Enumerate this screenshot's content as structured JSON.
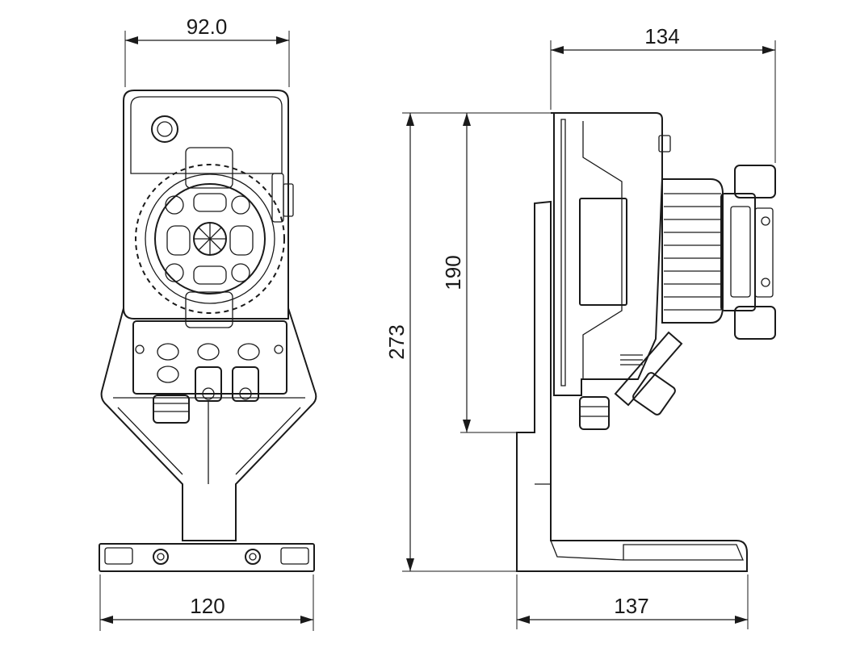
{
  "dimensions": {
    "front_width_top": "92.0",
    "front_width_base": "120",
    "side_depth_top": "134",
    "side_depth_base": "137",
    "height_total": "273",
    "height_body": "190"
  }
}
